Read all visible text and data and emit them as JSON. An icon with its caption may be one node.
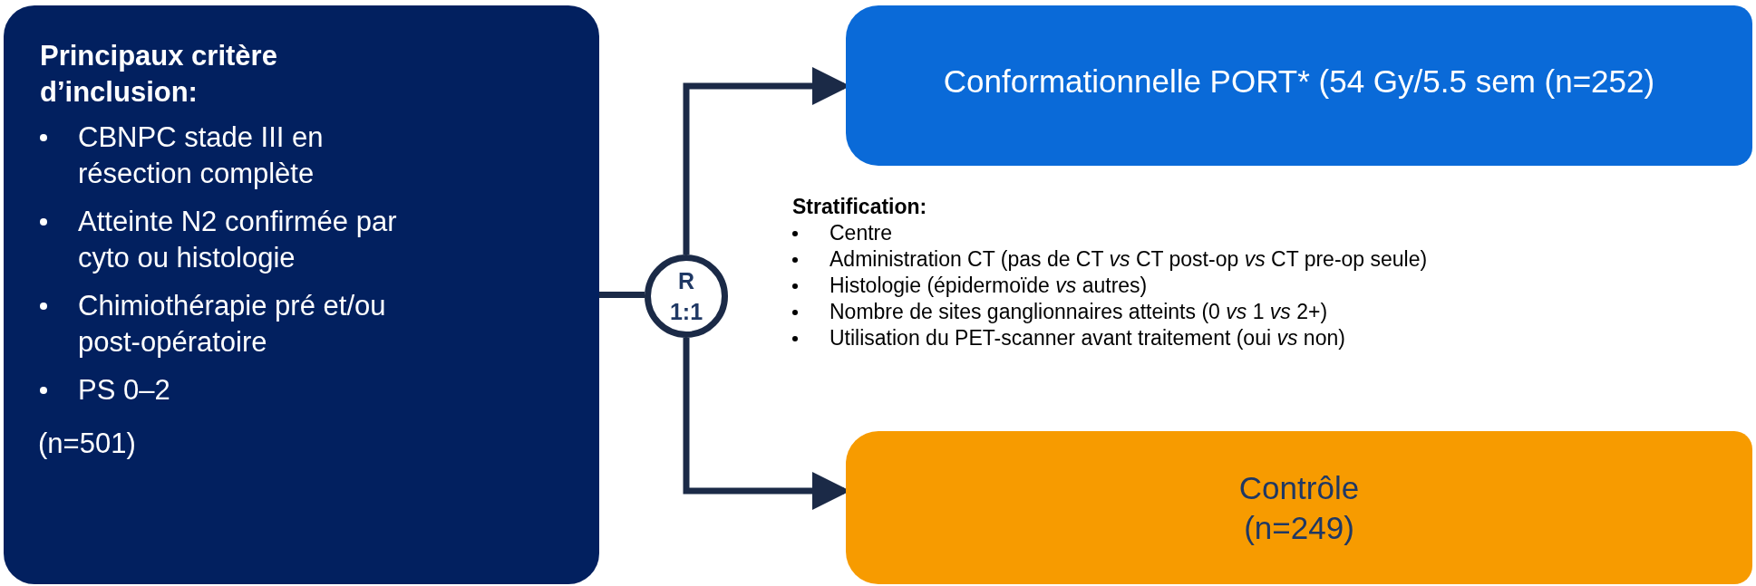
{
  "diagram": {
    "nodes": [
      {
        "text": [
          "Principaux critère d’inclusion:",
          "CBNPC stade III en résection complète",
          "Atteinte N2 confirmée par cyto ou histologie",
          "Chimiothérapie pré et/ou post-opératoire",
          "PS 0–2",
          "(n=501)"
        ]
      },
      {
        "text": [
          "R",
          "1:1"
        ]
      },
      {
        "text": [
          "Conformationnelle PORT* (54 Gy/5.5 sem (n=252)"
        ]
      },
      {
        "text": [
          "Contrôle (n=249)"
        ]
      }
    ],
    "edges": [
      {
        "from": 0,
        "to": 1,
        "arrow": "none"
      },
      {
        "from": 1,
        "to": 2,
        "arrow": "to"
      },
      {
        "from": 1,
        "to": 3,
        "arrow": "to"
      }
    ],
    "labels": [
      "Stratification:",
      "Centre",
      "Administration CT (pas de CT *vs* CT post-op *vs* CT pre-op seule)",
      "Histologie (épidermoïde *vs* autres)",
      "Nombre de sites ganglionnaires atteints (0 *vs* 1 *vs* 2+)",
      "Utilisation du PET-scanner avant traitement (oui *vs* non)"
    ]
  }
}
